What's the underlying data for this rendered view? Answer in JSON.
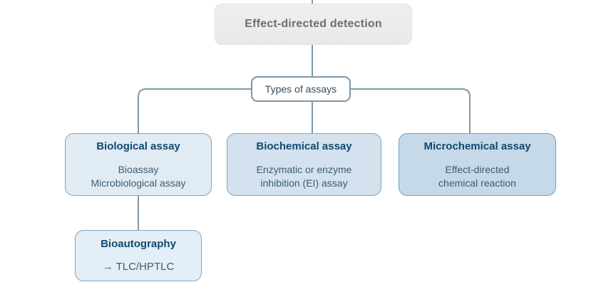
{
  "root": {
    "label": "Effect-directed detection"
  },
  "gateway": {
    "label": "Types of assays"
  },
  "nodes": [
    {
      "title": "Biological assay",
      "lines": [
        "Bioassay",
        "Microbiological assay"
      ]
    },
    {
      "title": "Biochemical assay",
      "lines": [
        "Enzymatic or enzyme",
        "inhibition (EI) assay"
      ]
    },
    {
      "title": "Microchemical assay",
      "lines": [
        "Effect-directed",
        "chemical reaction"
      ]
    }
  ],
  "child": {
    "title": "Bioautography",
    "lines": [
      "→ TLC/HPTLC"
    ]
  },
  "edges": [
    "Effect-directed detection → Types of assays",
    "Types of assays → Biological assay",
    "Types of assays → Biochemical assay",
    "Types of assays → Microchemical assay",
    "Biological assay → Bioautography"
  ],
  "colors": {
    "connector_line": "#7e99a9",
    "root_fill": "#ececec",
    "root_text": "#6e6e6e",
    "gateway_border": "#8096a5",
    "gateway_text": "#374b5c",
    "node_border": "#84a5bc",
    "node_title_text": "#12496f",
    "node_body_text": "#3a5d74",
    "node_fills": [
      "#e1ebf4",
      "#d3e2ee",
      "#c6d9e8"
    ],
    "child_fill": "#e4eef6"
  }
}
